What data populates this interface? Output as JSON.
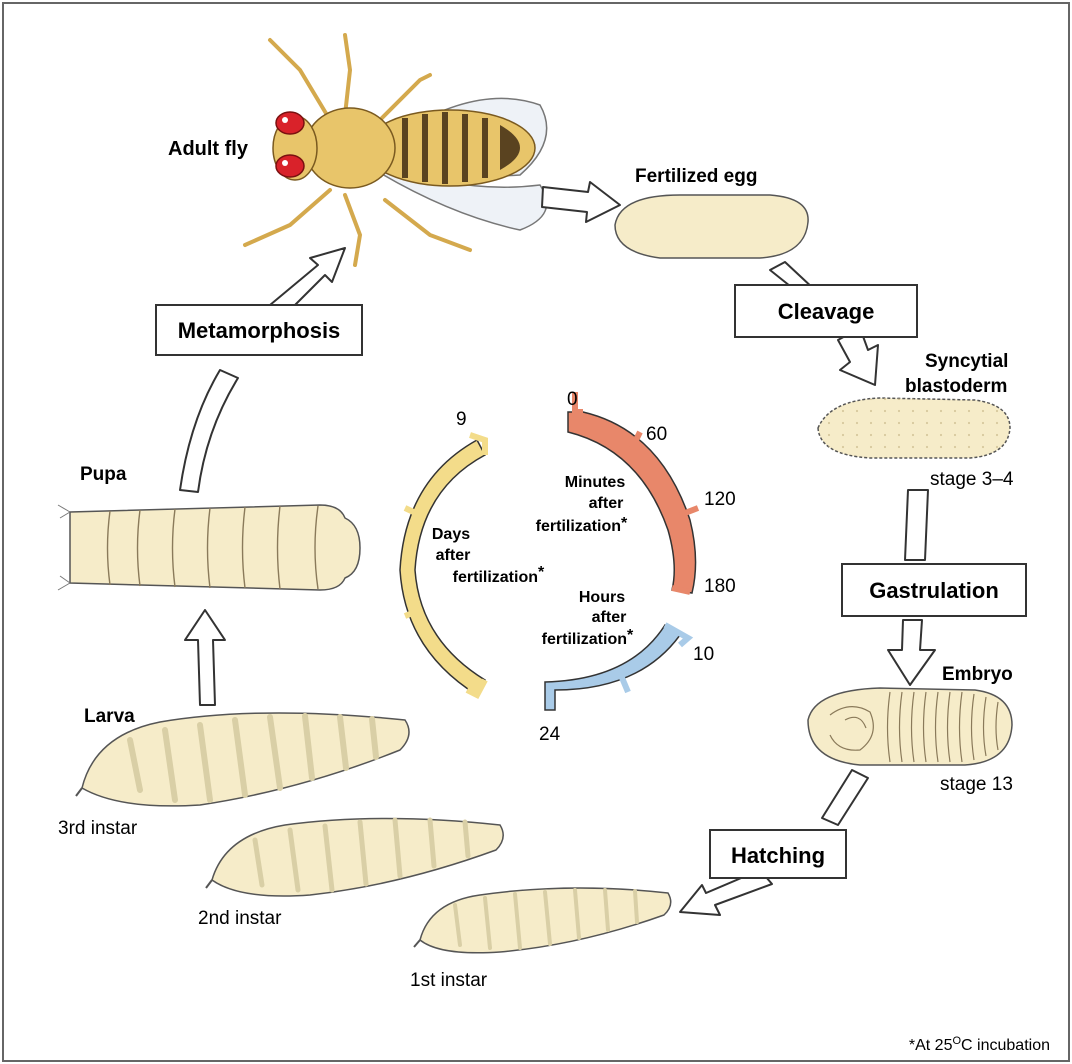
{
  "stages": {
    "adult": "Adult fly",
    "egg": "Fertilized egg",
    "syncytial_line1": "Syncytial",
    "syncytial_line2": "blastoderm",
    "syncytial_stage": "stage 3–4",
    "embryo": "Embryo",
    "embryo_stage": "stage 13",
    "pupa": "Pupa",
    "larva": "Larva",
    "instar1": "1st instar",
    "instar2": "2nd instar",
    "instar3": "3rd instar"
  },
  "processes": {
    "metamorphosis": "Metamorphosis",
    "cleavage": "Cleavage",
    "gastrulation": "Gastrulation",
    "hatching": "Hatching"
  },
  "clock": {
    "minutes": {
      "line1": "Minutes",
      "line2": "after",
      "line3": "fertilization",
      "star": "*",
      "ticks": [
        "0",
        "60",
        "120",
        "180"
      ],
      "color": "#e8876a"
    },
    "hours": {
      "line1": "Hours",
      "line2": "after",
      "line3": "fertilization",
      "star": "*",
      "ticks": [
        "10",
        "24"
      ],
      "color": "#a9cbe8"
    },
    "days": {
      "line1": "Days",
      "line2": "after",
      "line3": "fertilization",
      "star": "*",
      "ticks": [
        "9"
      ],
      "color": "#f3dc8a"
    }
  },
  "footnote": {
    "prefix": "*At 25",
    "degree": "O",
    "suffix": "C incubation"
  },
  "colors": {
    "body_fill": "#f6ecc9",
    "fly_body": "#e8c56a",
    "fly_eye": "#d9222a",
    "outline": "#333333"
  }
}
